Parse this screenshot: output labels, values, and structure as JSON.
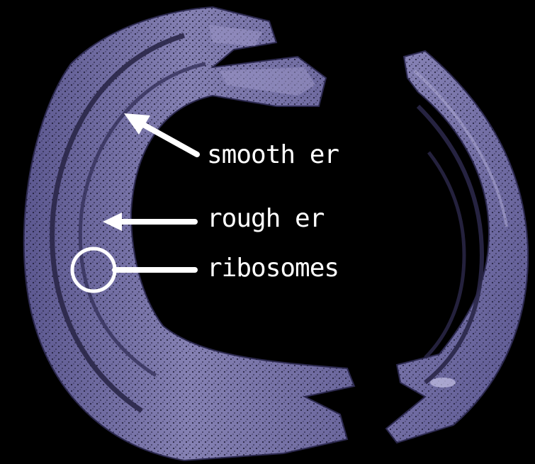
{
  "labels": {
    "smooth_er": "smooth er",
    "rough_er": "rough er",
    "ribosomes": "ribosomes"
  },
  "colors": {
    "background": "#000000",
    "membrane": "#7b77a8",
    "membrane_dark": "#4b4878",
    "annotation": "#ffffff"
  }
}
